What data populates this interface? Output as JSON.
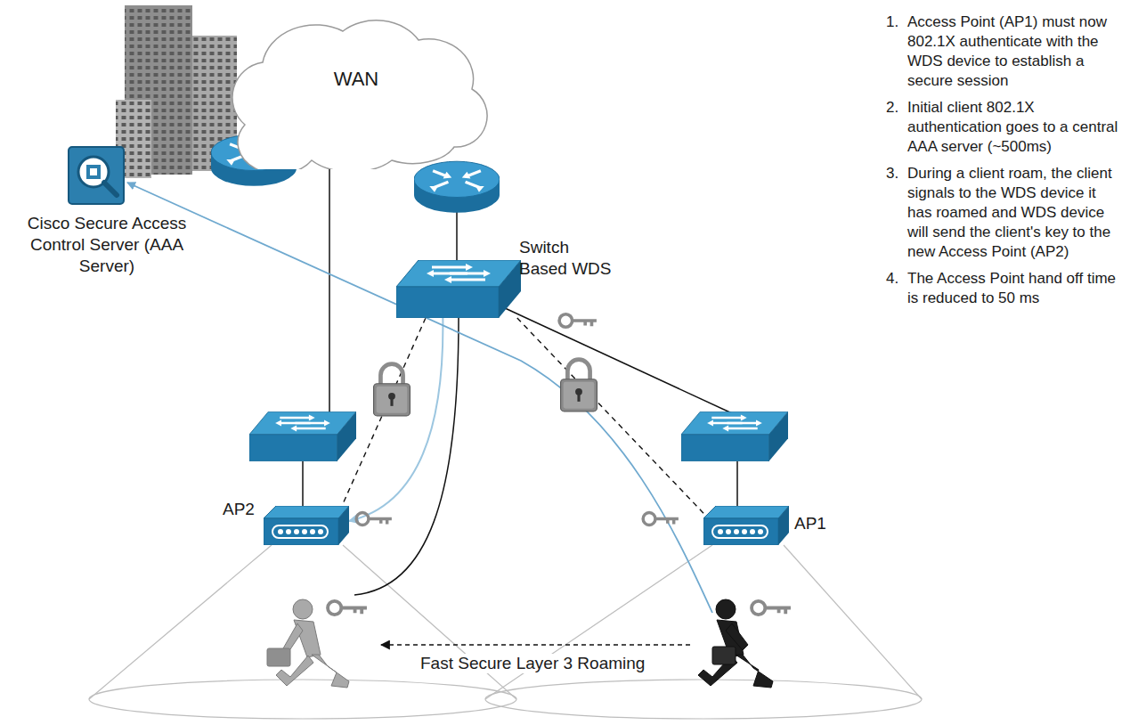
{
  "diagram": {
    "nodes": [
      {
        "text": [
          "Cisco Secure Access Control Server (AAA Server)"
        ]
      },
      {
        "text": [
          "WAN"
        ]
      },
      {
        "text": [
          "Switch Based WDS"
        ]
      },
      {
        "text": [
          "AP2"
        ]
      },
      {
        "text": [
          "AP1"
        ]
      }
    ],
    "edges": [
      {
        "from": 1,
        "to": 2,
        "arrow": "none"
      },
      {
        "from": 2,
        "to": 3,
        "arrow": "none"
      },
      {
        "from": 2,
        "to": 4,
        "arrow": "none"
      },
      {
        "from": 2,
        "to": 3,
        "arrow": "to"
      }
    ],
    "labels": [
      "1.",
      "Access Point (AP1) must now 802.1X authenticate with the WDS device to establish a secure session",
      "2.",
      "Initial client 802.1X authentication goes to a central AAA server (~500ms)",
      "3.",
      "During a client roam, the client signals to the WDS device it has roamed and WDS device will send the client's key to the new Access Point (AP2)",
      "4.",
      "The Access Point hand off time is reduced to 50 ms",
      "Fast Secure Layer 3 Roaming"
    ]
  }
}
